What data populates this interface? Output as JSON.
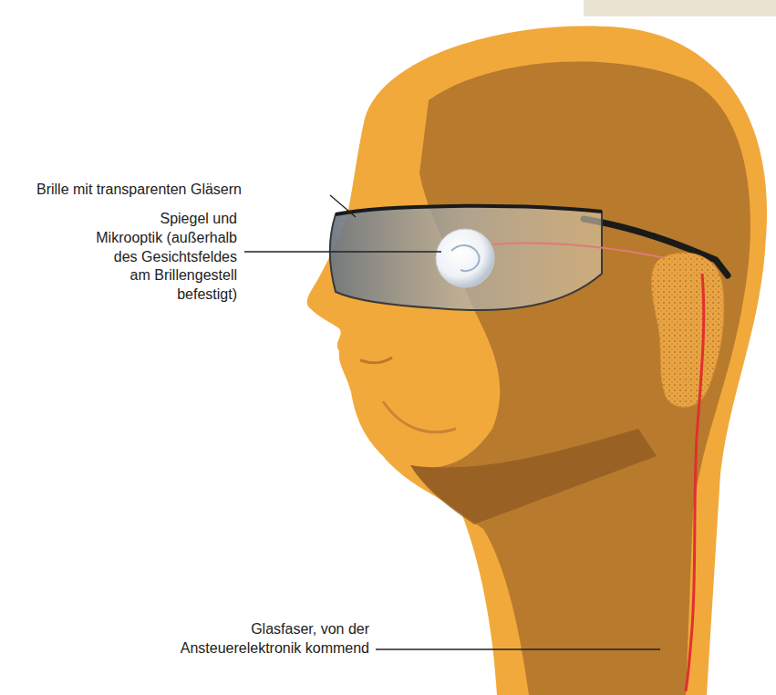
{
  "diagram": {
    "labels": [
      "Brille mit transparenten Gläsern",
      "Spiegel und Mikrooptik (außerhalb des Gesichtsfeldes am Brillengestell befestigt)",
      "Glasfaser, von der Ansteuerelektronik kommend"
    ]
  }
}
